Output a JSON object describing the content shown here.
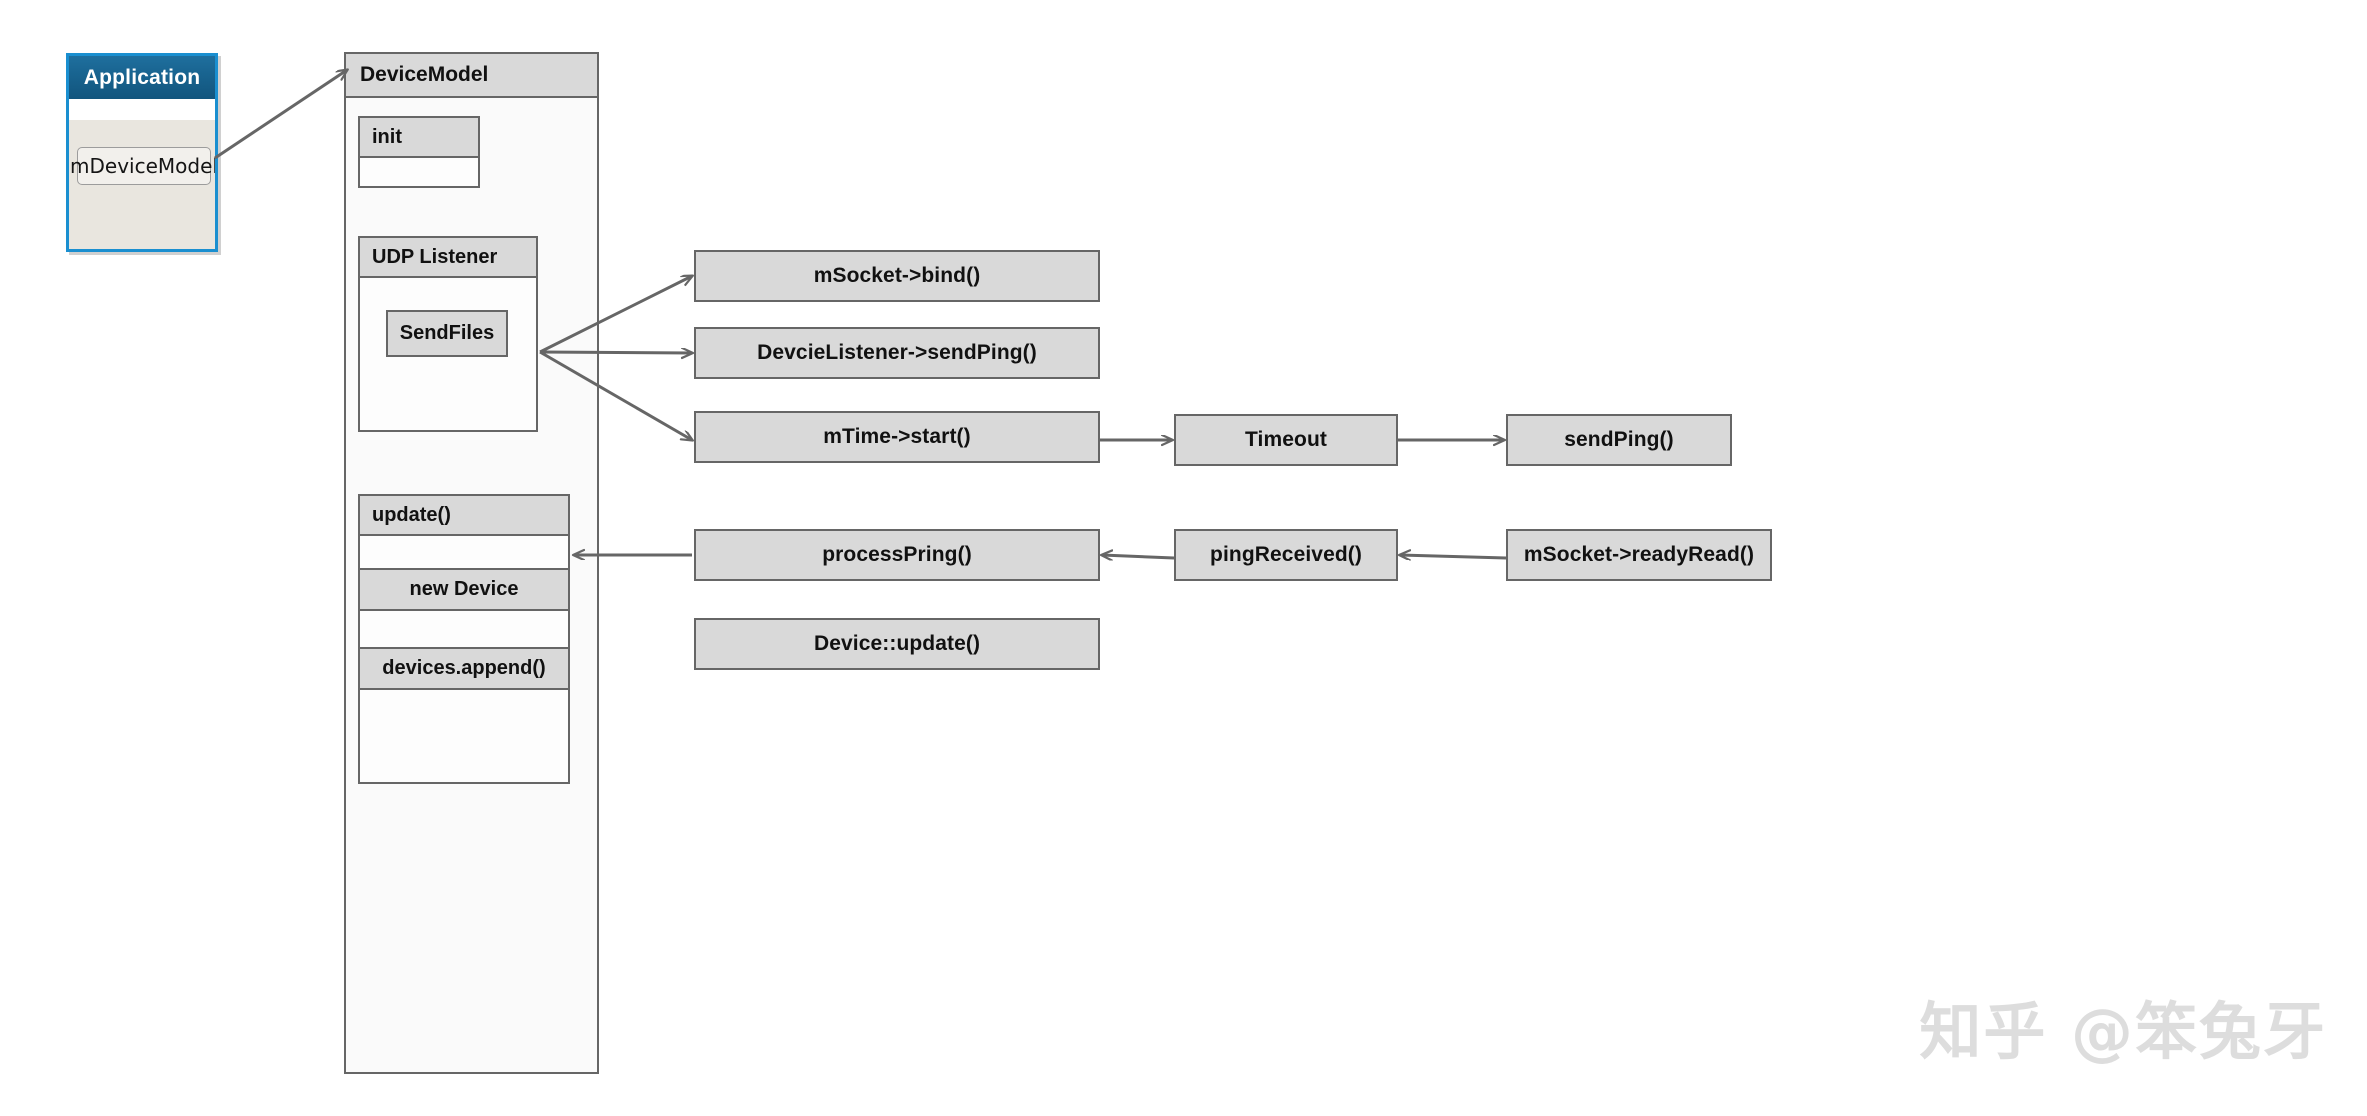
{
  "app_window": {
    "title": "Application",
    "field_label": "mDeviceModel"
  },
  "device_model": {
    "title": "DeviceModel",
    "panels": [
      {
        "title": "init",
        "items": []
      },
      {
        "title": "UDP Listener",
        "items": [
          "SendFiles"
        ]
      },
      {
        "title": "update()",
        "items": [
          "new Device",
          "devices.append()"
        ]
      }
    ]
  },
  "nodes": {
    "socket_bind": "mSocket->bind()",
    "device_listener_send_ping": "DevcieListener->sendPing()",
    "mtime_start": "mTime->start()",
    "timeout": "Timeout",
    "send_ping": "sendPing()",
    "process_pring": "processPring()",
    "ping_received": "pingReceived()",
    "socket_ready_read": "mSocket->readyRead()",
    "device_update": "Device::update()"
  },
  "watermark": "知乎 @笨兔牙",
  "colors": {
    "box_fill": "#d9d9d9",
    "box_border": "#666666",
    "panel_fill": "#fbfbfb",
    "arrow": "#666666",
    "titlebar": "#18638f",
    "window_border": "#1a8fd0",
    "window_body": "#e9e6df",
    "watermark": "#dddddd"
  }
}
